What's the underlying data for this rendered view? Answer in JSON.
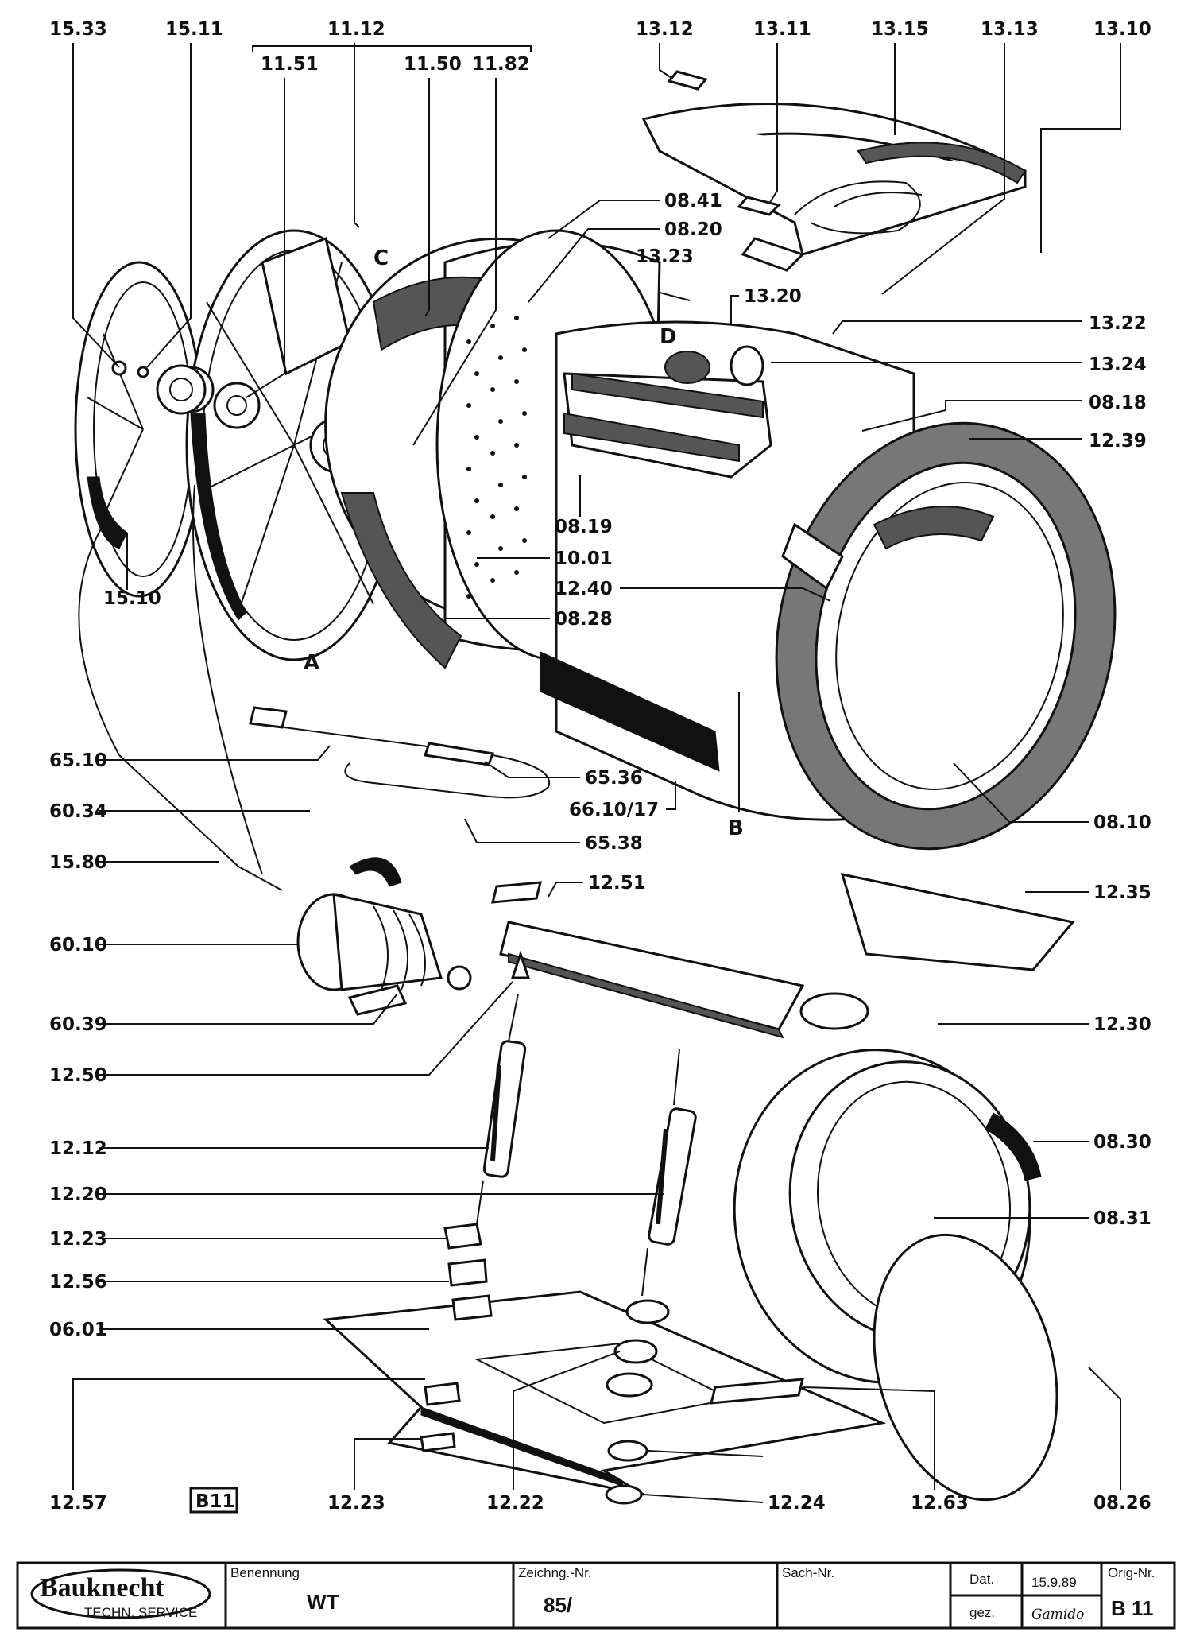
{
  "parts": {
    "p1533": "15.33",
    "p1511": "15.11",
    "p1112": "11.12",
    "p1151": "11.51",
    "p1150": "11.50",
    "p1182": "11.82",
    "p1312": "13.12",
    "p1311": "13.11",
    "p1315": "13.15",
    "p1313": "13.13",
    "p1310": "13.10",
    "p0841": "08.41",
    "p0820": "08.20",
    "p1323": "13.23",
    "p1320": "13.20",
    "p1322": "13.22",
    "p1324": "13.24",
    "p0818": "08.18",
    "p1239": "12.39",
    "p0819": "08.19",
    "p1001": "10.01",
    "p1240": "12.40",
    "p0828": "08.28",
    "p1510": "15.10",
    "p6510": "65.10",
    "p6536": "65.36",
    "p661017": "66.10/17",
    "p6034": "60.34",
    "p6538": "65.38",
    "p0810": "08.10",
    "p1580": "15.80",
    "p1251": "12.51",
    "p1235": "12.35",
    "p6010": "60.10",
    "p6039": "60.39",
    "p1230": "12.30",
    "p1250": "12.50",
    "p1212": "12.12",
    "p0830": "08.30",
    "p1220": "12.20",
    "p0831": "08.31",
    "p1223a": "12.23",
    "p1256": "12.56",
    "p0601": "06.01",
    "p1257": "12.57",
    "p1223b": "12.23",
    "p1222": "12.22",
    "p1224": "12.24",
    "p1263": "12.63",
    "p0826": "08.26"
  },
  "detail_letters": {
    "a": "A",
    "b": "B",
    "c": "C",
    "d": "D"
  },
  "sheet_badge": "B11",
  "title_block": {
    "brand": "Bauknecht",
    "brand_sub": "TECHN. SERVICE",
    "benennung_label": "Benennung",
    "benennung_value": "WT",
    "zeichng_label": "Zeichng.-Nr.",
    "zeichng_value": "85/",
    "sach_label": "Sach-Nr.",
    "dat_label": "Dat.",
    "dat_value": "15.9.89",
    "gez_label": "gez.",
    "gez_value": "Gamido",
    "orig_label": "Orig-Nr.",
    "orig_value": "B 11"
  }
}
